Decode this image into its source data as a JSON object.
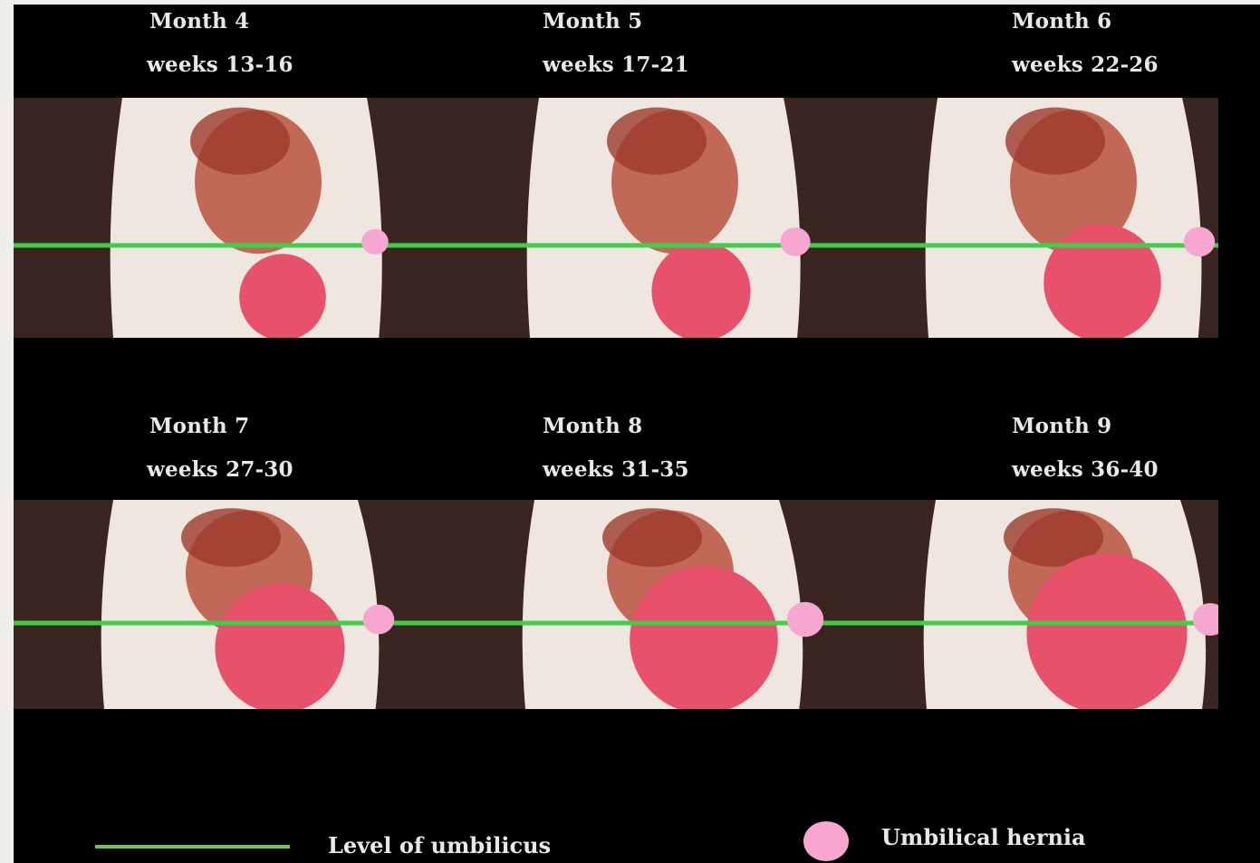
{
  "panels": [
    {
      "month": "Month 4",
      "weeks": "weeks 13-16",
      "uterus_size": 0.35,
      "hernia_size": 0.4
    },
    {
      "month": "Month 5",
      "weeks": "weeks 17-21",
      "uterus_size": 0.45,
      "hernia_size": 0.55
    },
    {
      "month": "Month 6",
      "weeks": "weeks 22-26",
      "uterus_size": 0.6,
      "hernia_size": 0.6
    },
    {
      "month": "Month 7",
      "weeks": "weeks 27-30",
      "uterus_size": 0.7,
      "hernia_size": 0.6
    },
    {
      "month": "Month 8",
      "weeks": "weeks 31-35",
      "uterus_size": 0.85,
      "hernia_size": 0.85
    },
    {
      "month": "Month 9",
      "weeks": "weeks 36-40",
      "uterus_size": 0.95,
      "hernia_size": 0.75
    }
  ],
  "legend": {
    "line_label": "Level of umbilicus",
    "dot_label": "Umbilical hernia"
  },
  "colors": {
    "umbilicus_line": "#3ecf4a",
    "hernia": "#f7a6cf",
    "uterus": "#e8516a",
    "background": "#000000"
  }
}
